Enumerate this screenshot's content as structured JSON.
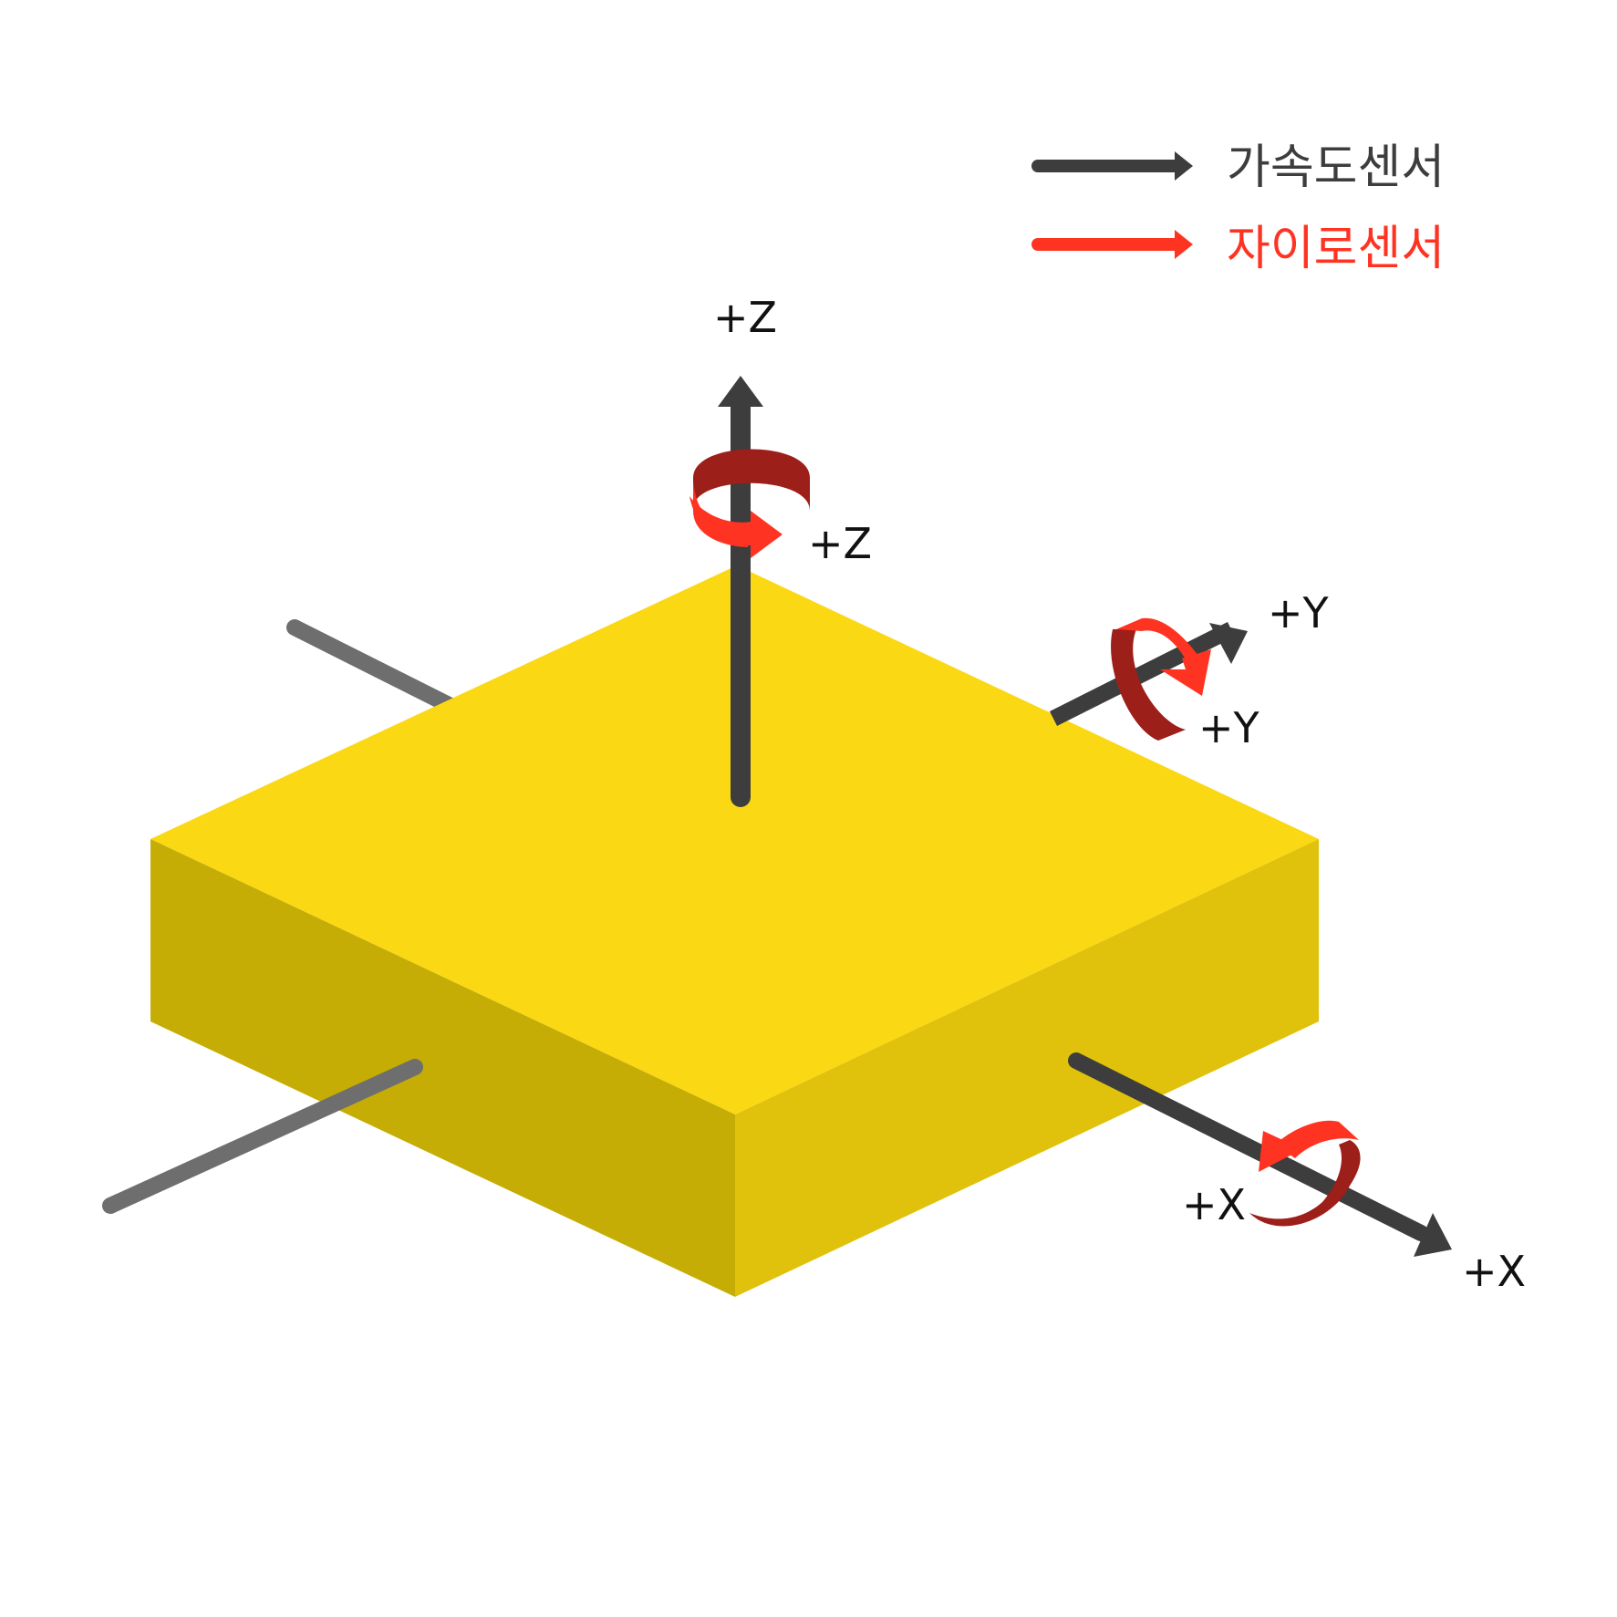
{
  "legend": {
    "accelerometer": {
      "label": "가속도센서",
      "color": "#3d3d3d"
    },
    "gyroscope": {
      "label": "자이로센서",
      "color": "#ff3322"
    }
  },
  "colors": {
    "block_top": "#fbd814",
    "block_left": "#c5ad05",
    "block_right": "#e0c20c",
    "axis_dark": "#3d3d3d",
    "axis_back": "#6e6e6e",
    "gyro_light": "#ff3322",
    "gyro_dark": "#9c1f19"
  },
  "axes": {
    "z": {
      "accel_label": "+Z",
      "gyro_label": "+Z"
    },
    "y": {
      "accel_label": "+Y",
      "gyro_label": "+Y"
    },
    "x": {
      "accel_label": "+X",
      "gyro_label": "+X"
    }
  }
}
